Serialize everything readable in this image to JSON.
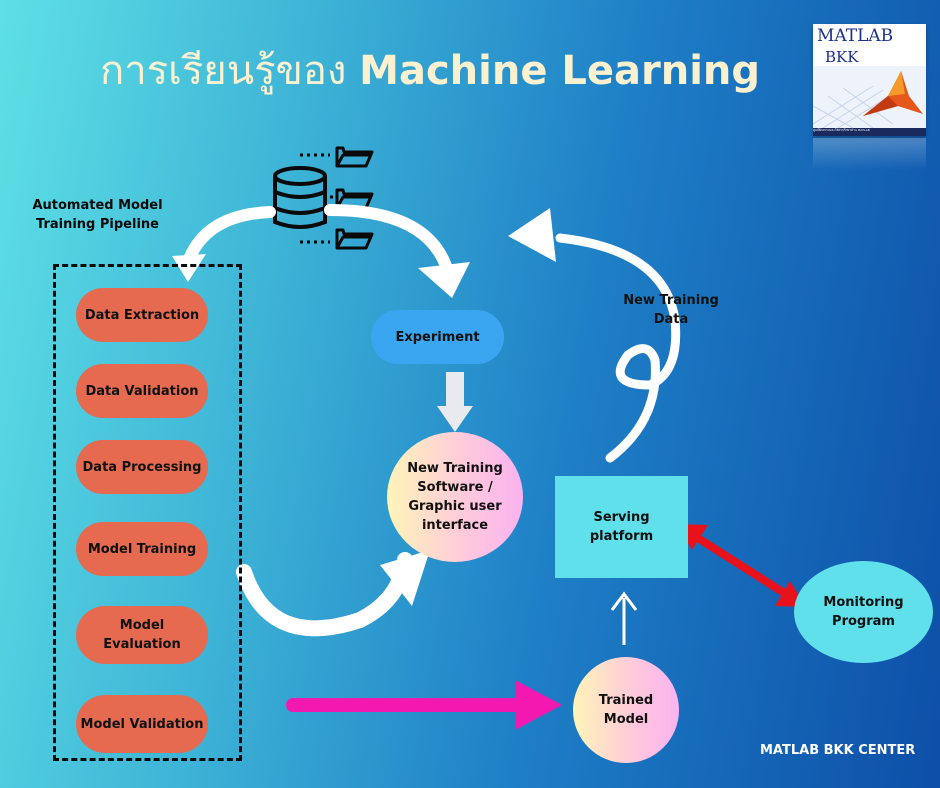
{
  "title": {
    "thai": "การเรียนรู้ของ",
    "english": "Machine Learning"
  },
  "logo": {
    "line1": "MATLAB",
    "line2": "BKK CENTER",
    "caption": "ศูนย์ฝึกอบรมและให้คำปรึกษาด้าน MATLAB"
  },
  "pipeline": {
    "label": "Automated Model Training Pipeline",
    "steps": [
      "Data Extraction",
      "Data Validation",
      "Data Processing",
      "Model Training",
      "Model Evaluation",
      "Model Validation"
    ]
  },
  "nodes": {
    "experiment": "Experiment",
    "new_training_software": "New Training Software / Graphic user interface",
    "serving_platform": "Serving platform",
    "monitoring_program": "Monitoring Program",
    "trained_model": "Trained Model"
  },
  "edge_labels": {
    "new_training_data": "New Training Data"
  },
  "footer": "MATLAB BKK CENTER",
  "colors": {
    "step_fill": "#e56a50",
    "experiment_fill": "#3aa6f2",
    "serving_fill": "#5fe0ea",
    "magenta_arrow": "#f218b0",
    "red_arrow": "#e8121c"
  },
  "icons": [
    "database-icon",
    "folder-icon"
  ]
}
